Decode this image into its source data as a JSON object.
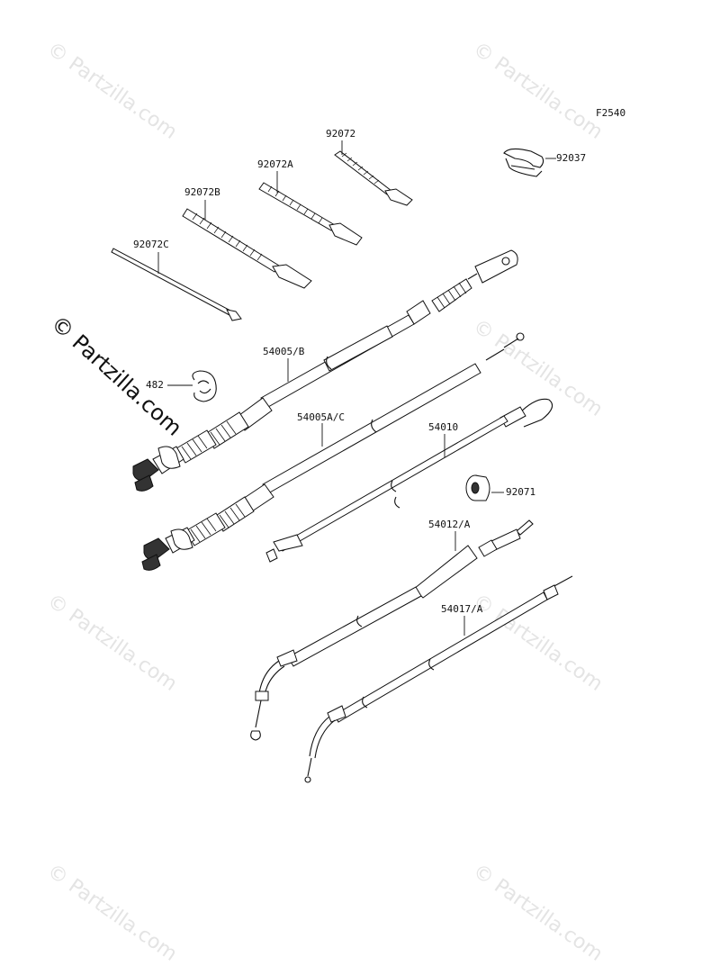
{
  "diagram": {
    "figure_code": "F2540",
    "copyright_mark": "© Partzilla.com",
    "watermark_text": "© Partzilla.com",
    "parts": [
      {
        "id": "92072",
        "label": "92072"
      },
      {
        "id": "92037",
        "label": "92037"
      },
      {
        "id": "92072A",
        "label": "92072A"
      },
      {
        "id": "92072B",
        "label": "92072B"
      },
      {
        "id": "92072C",
        "label": "92072C"
      },
      {
        "id": "54005B",
        "label": "54005/B"
      },
      {
        "id": "482",
        "label": "482"
      },
      {
        "id": "54005AC",
        "label": "54005A/C"
      },
      {
        "id": "54010",
        "label": "54010"
      },
      {
        "id": "92071",
        "label": "92071"
      },
      {
        "id": "54012A",
        "label": "54012/A"
      },
      {
        "id": "54017A",
        "label": "54017/A"
      }
    ]
  },
  "colors": {
    "line": "#111111",
    "watermark": "#e4e4e4",
    "background": "#ffffff"
  }
}
